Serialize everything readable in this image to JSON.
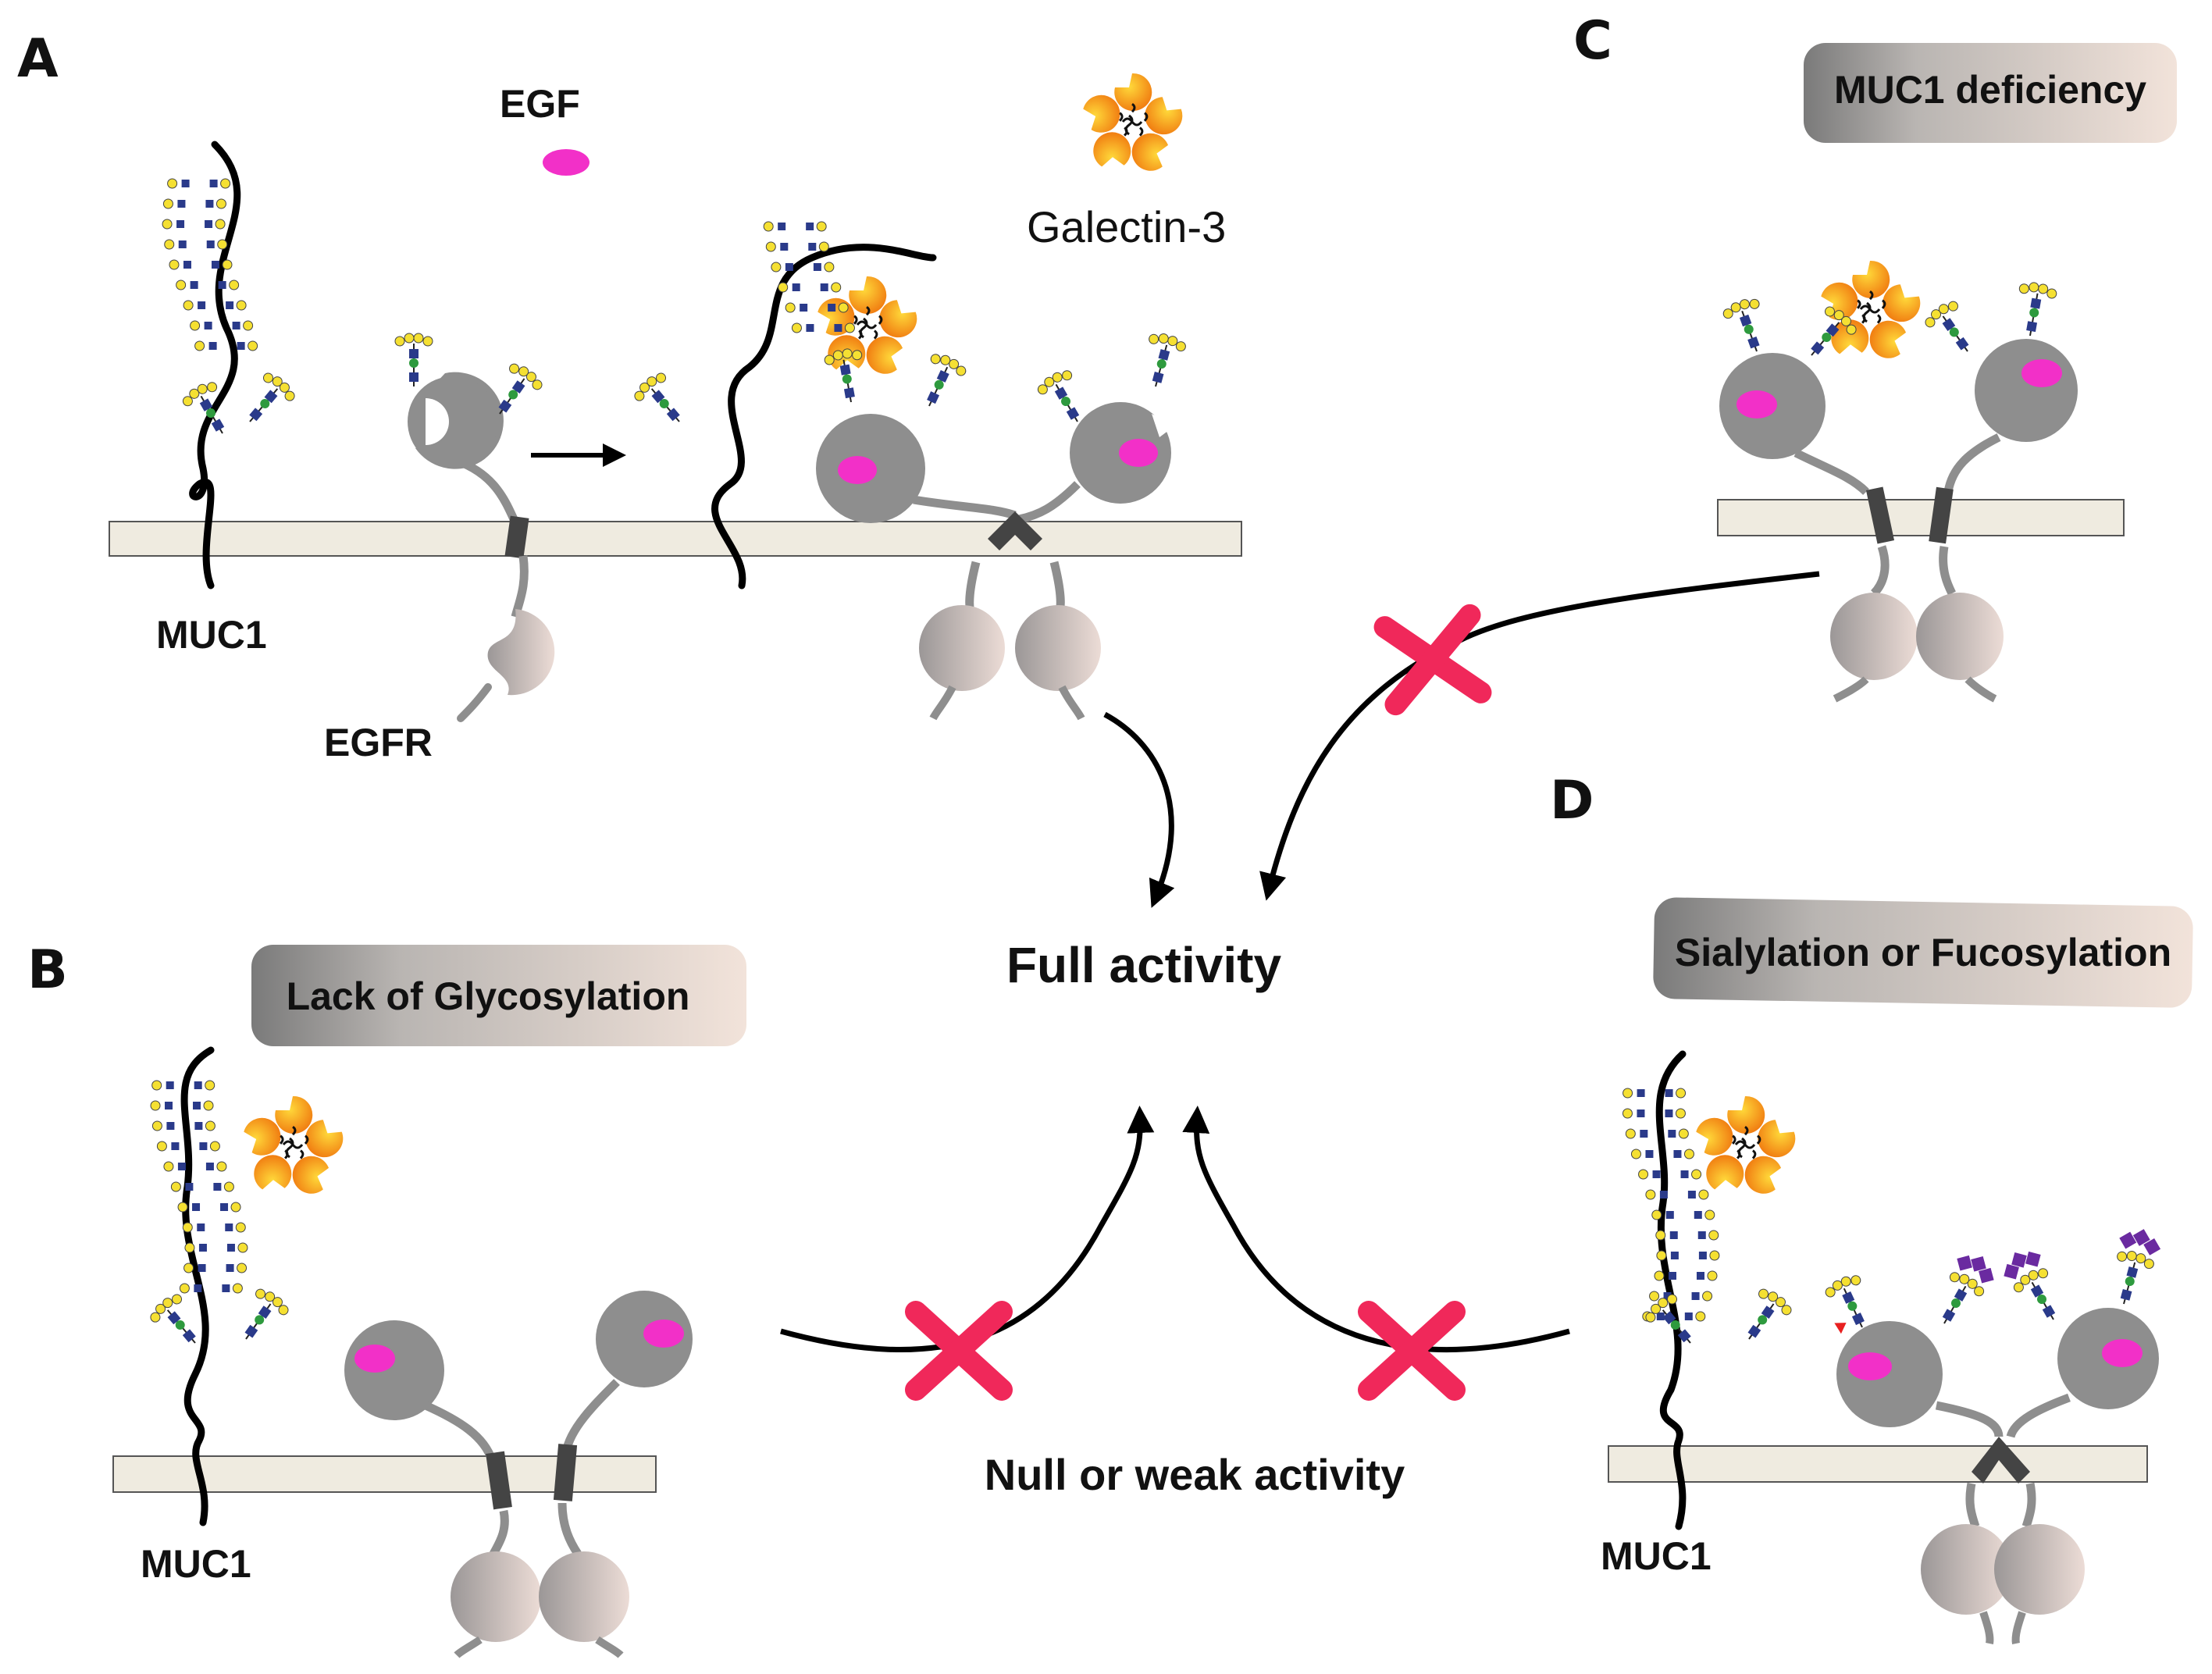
{
  "panels": {
    "a": {
      "letter": "A"
    },
    "b": {
      "letter": "B",
      "condition": "Lack of Glycosylation"
    },
    "c": {
      "letter": "C",
      "condition": "MUC1 deficiency"
    },
    "d": {
      "letter": "D",
      "condition": "Sialylation or Fucosylation"
    }
  },
  "labels": {
    "egf": "EGF",
    "galectin": "Galectin-3",
    "muc1": "MUC1",
    "egfr": "EGFR",
    "full_activity": "Full activity",
    "null_activity": "Null or weak activity"
  },
  "colors": {
    "membrane": "#efebe0",
    "receptor_head": "#8e8e8e",
    "egf": "#f230c8",
    "galectin": "#f79e1b",
    "block_mark": "#f0285a",
    "sialic_acid": "#6a2aa0",
    "fucose": "#e82020"
  }
}
